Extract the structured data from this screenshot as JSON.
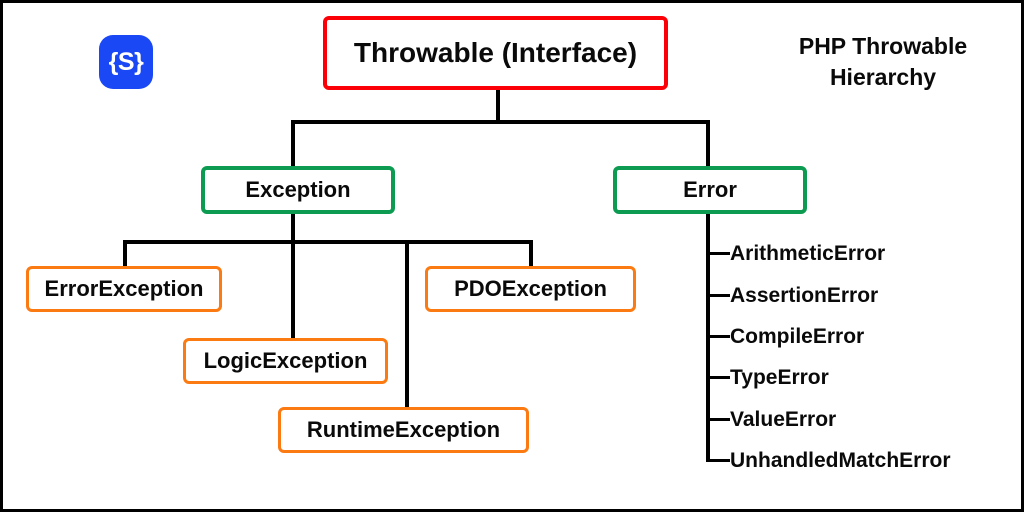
{
  "diagram": {
    "title_line1": "PHP Throwable",
    "title_line2": "Hierarchy",
    "logo_text": "{S}",
    "colors": {
      "root_border": "#fb0007",
      "level2_border": "#0d9b52",
      "level3_border": "#fb7a11",
      "connector": "#000000",
      "logo_background": "#1a48f5",
      "text": "#0a0a0a",
      "canvas_background": "#ffffff",
      "frame_border": "#000000"
    },
    "root": {
      "label": "Throwable (Interface)"
    },
    "branches": [
      {
        "label": "Exception",
        "children": [
          {
            "label": "ErrorException"
          },
          {
            "label": "LogicException"
          },
          {
            "label": "RuntimeException"
          },
          {
            "label": "PDOException"
          }
        ]
      },
      {
        "label": "Error",
        "children": [
          {
            "label": "ArithmeticError"
          },
          {
            "label": "AssertionError"
          },
          {
            "label": "CompileError"
          },
          {
            "label": "TypeError"
          },
          {
            "label": "ValueError"
          },
          {
            "label": "UnhandledMatchError"
          }
        ]
      }
    ]
  }
}
